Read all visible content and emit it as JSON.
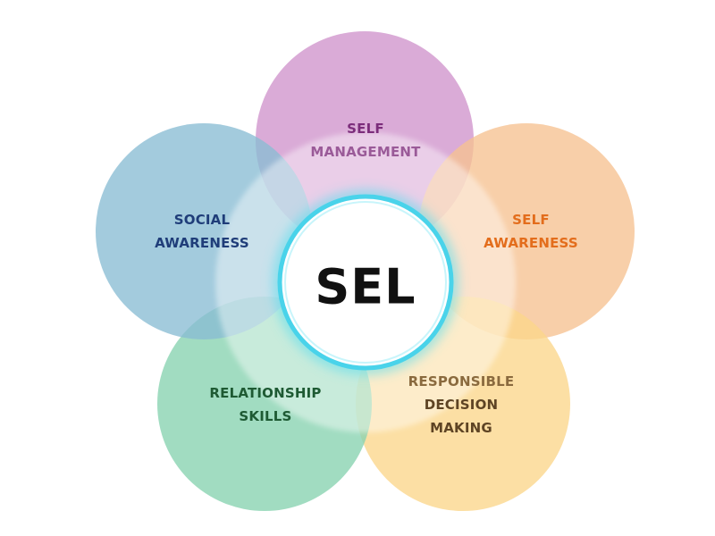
{
  "center": {
    "label": "SEL"
  },
  "petals": [
    {
      "id": "self-management",
      "lines": [
        "SELF",
        "MANAGEMENT"
      ],
      "fill": "#cf93cc",
      "text_colors": [
        "#7c2d7b",
        "#9a5a98"
      ]
    },
    {
      "id": "self-awareness",
      "lines": [
        "SELF",
        "AWARENESS"
      ],
      "fill": "#f6c191",
      "text_colors": [
        "#e36d1c",
        "#e36d1c"
      ]
    },
    {
      "id": "responsible-decision-making",
      "lines": [
        "RESPONSIBLE",
        "DECISION",
        "MAKING"
      ],
      "fill": "#fbd68b",
      "text_colors": [
        "#8a6a3e",
        "#5e4424",
        "#5e4424"
      ]
    },
    {
      "id": "relationship-skills",
      "lines": [
        "RELATIONSHIP",
        "SKILLS"
      ],
      "fill": "#87d2b0",
      "text_colors": [
        "#1e5a33",
        "#1e5a33"
      ]
    },
    {
      "id": "social-awareness",
      "lines": [
        "SOCIAL",
        "AWARENESS"
      ],
      "fill": "#89bdd4",
      "text_colors": [
        "#1f3d79",
        "#1f3d79"
      ]
    }
  ],
  "colors": {
    "ring_glow": "#57dcef",
    "ring_core": "#e9fbff",
    "overlay": "#ffffff"
  }
}
